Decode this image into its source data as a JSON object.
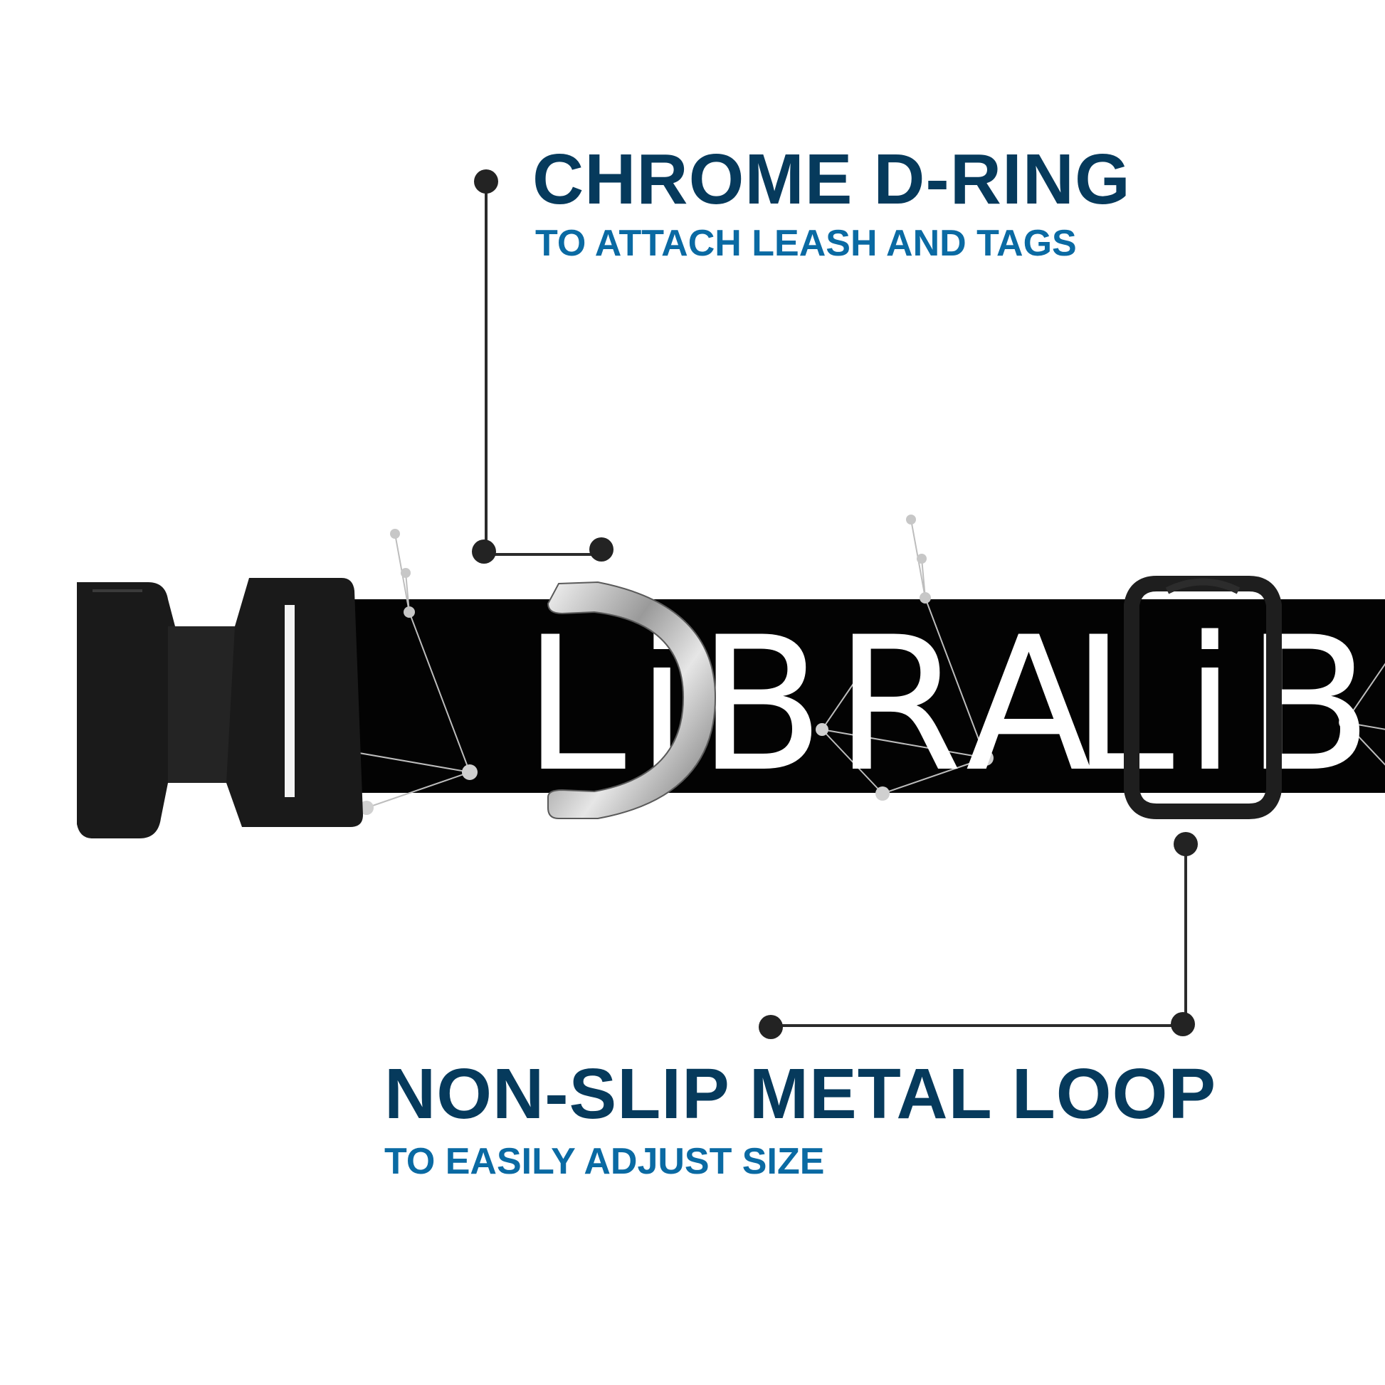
{
  "callouts": {
    "dring": {
      "title": "CHROME D-RING",
      "subtitle": "TO ATTACH LEASH AND TAGS"
    },
    "loop": {
      "title": "NON-SLIP METAL LOOP",
      "subtitle": "TO EASILY ADJUST SIZE"
    }
  },
  "collar": {
    "print_text": "LiBRA",
    "design": "libra-constellation"
  },
  "colors": {
    "title": "#063a5c",
    "subtitle": "#0a6aa3",
    "leader": "#232323",
    "strap": "#030303",
    "buckle": "#1a1a1a",
    "print": "#ffffff"
  }
}
